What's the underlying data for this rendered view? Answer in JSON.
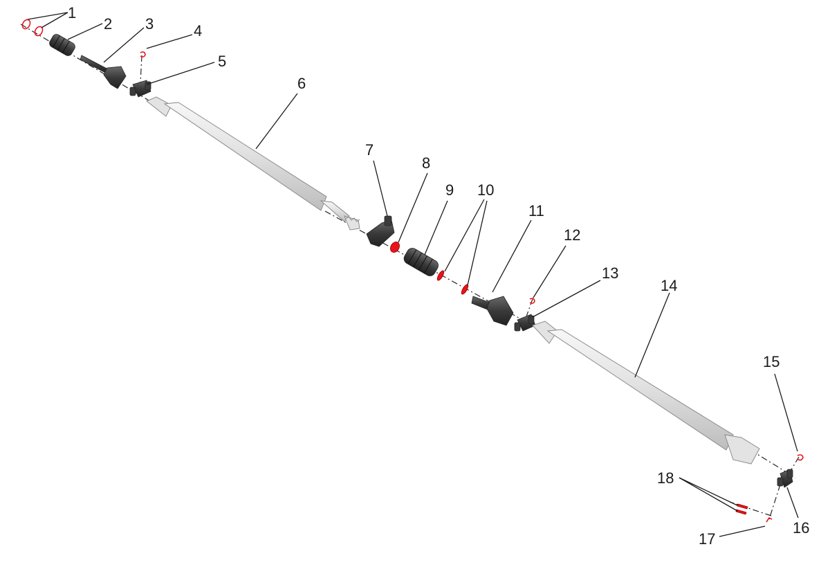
{
  "diagram": {
    "callouts": [
      {
        "id": "1",
        "label": "1"
      },
      {
        "id": "2",
        "label": "2"
      },
      {
        "id": "3",
        "label": "3"
      },
      {
        "id": "4",
        "label": "4"
      },
      {
        "id": "5",
        "label": "5"
      },
      {
        "id": "6",
        "label": "6"
      },
      {
        "id": "7",
        "label": "7"
      },
      {
        "id": "8",
        "label": "8"
      },
      {
        "id": "9",
        "label": "9"
      },
      {
        "id": "10",
        "label": "10"
      },
      {
        "id": "11",
        "label": "11"
      },
      {
        "id": "12",
        "label": "12"
      },
      {
        "id": "13",
        "label": "13"
      },
      {
        "id": "14",
        "label": "14"
      },
      {
        "id": "15",
        "label": "15"
      },
      {
        "id": "16",
        "label": "16"
      },
      {
        "id": "17",
        "label": "17"
      },
      {
        "id": "18",
        "label": "18"
      }
    ],
    "colors": {
      "highlight": "#e8141b",
      "part_dark": "#3c3c3c",
      "tube_light": "#e6e6e6",
      "line": "#1a1a1a"
    }
  }
}
